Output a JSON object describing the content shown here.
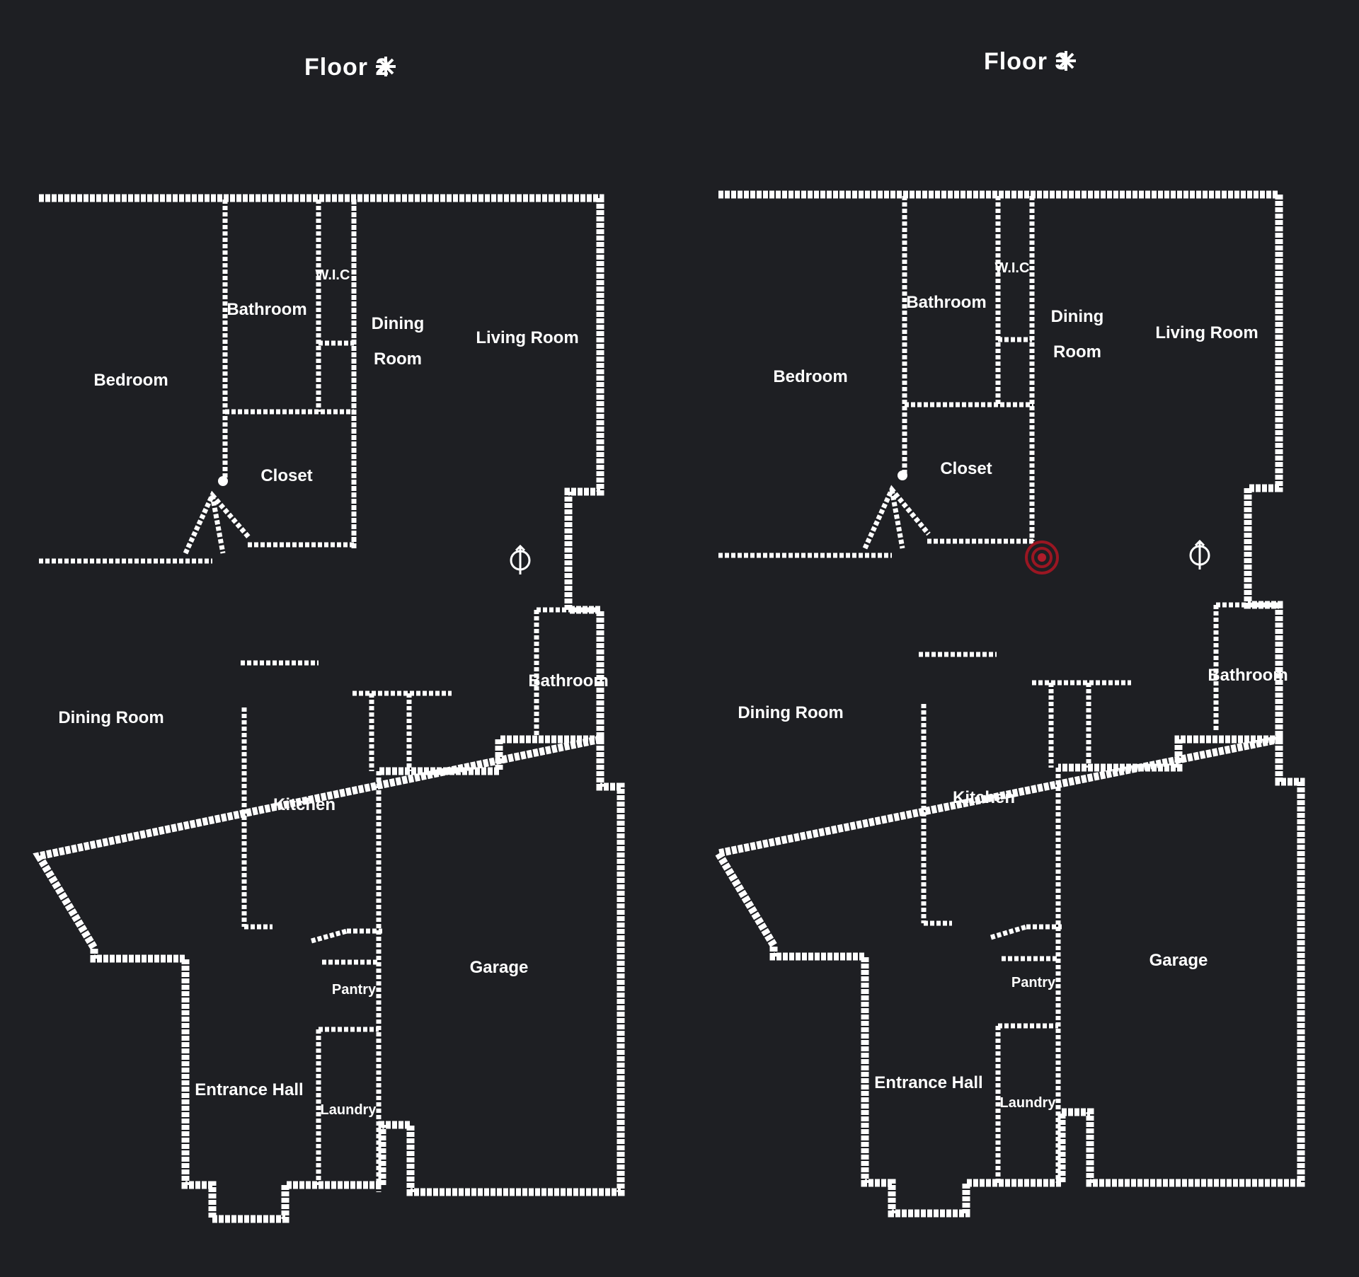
{
  "plans": {
    "left": {
      "title": "Floor 2",
      "rooms": {
        "bedroom_a": "Bedroom",
        "bathroom_a": "Bathroom",
        "wic": "W.I.C",
        "closet_a": "Closet",
        "dining": "Dining",
        "room": "Room",
        "living": "Living Room",
        "bathroom_b": "Bathroom",
        "dining_room_side": "Dining Room",
        "kitchen": "Kitchen",
        "garage": "Garage",
        "pantry": "Pantry",
        "entry": "Entrance Hall",
        "laundry": "Laundry"
      }
    },
    "right": {
      "title": "Floor 3",
      "rooms": {
        "bedroom_a": "Bedroom",
        "bathroom_a": "Bathroom",
        "wic": "W.I.C",
        "closet_a": "Closet",
        "dining": "Dining",
        "room": "Room",
        "living": "Living Room",
        "bathroom_b": "Bathroom",
        "dining_room_side": "Dining Room",
        "kitchen": "Kitchen",
        "garage": "Garage",
        "pantry": "Pantry",
        "entry": "Entrance Hall",
        "laundry": "Laundry"
      }
    }
  },
  "icons": {
    "title_icon": "sparkle-icon",
    "compass": "compass-icon",
    "marker": "location-marker-icon"
  },
  "colors": {
    "background": "#1e1f23",
    "wall": "#ffffff",
    "marker": "#b01c2a"
  }
}
